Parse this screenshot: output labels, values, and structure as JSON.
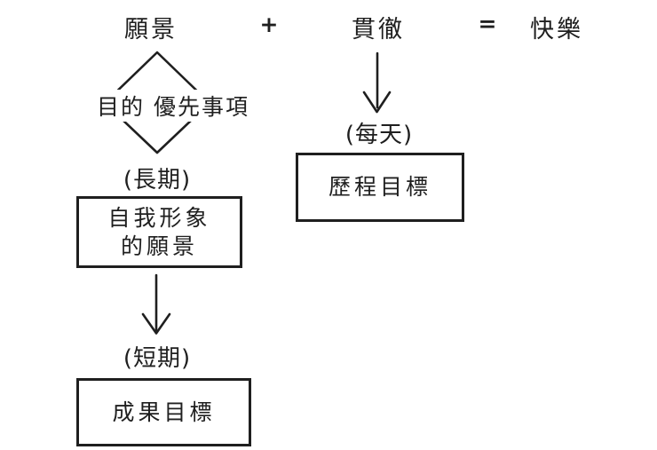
{
  "colors": {
    "background": "#ffffff",
    "ink": "#1f1f1f"
  },
  "equation": {
    "vision_label": "願景",
    "plus_sign": "+",
    "follow_through_label": "貫徹",
    "equals_sign": "=",
    "happiness_label": "快樂"
  },
  "diamond": {
    "label": "目的 優先事項"
  },
  "vision_branch": {
    "timeframe_label": "(長期)",
    "box_line1": "自我形象",
    "box_line2": "的願景"
  },
  "outcome_branch": {
    "timeframe_label": "(短期)",
    "box_label": "成果目標"
  },
  "process_branch": {
    "timeframe_label": "(每天)",
    "box_label": "歷程目標"
  }
}
